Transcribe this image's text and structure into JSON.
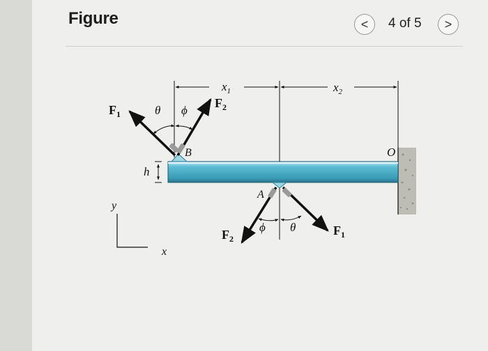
{
  "header": {
    "title": "Figure",
    "page_indicator": "4 of 5",
    "prev_label": "<",
    "next_label": ">"
  },
  "figure": {
    "labels": {
      "F1_left": "F",
      "F1_left_sub": "1",
      "F2_top": "F",
      "F2_top_sub": "2",
      "theta_top": "θ",
      "phi_top": "ϕ",
      "x1": "x",
      "x1_sub": "1",
      "x2": "x",
      "x2_sub": "2",
      "B": "B",
      "O": "O",
      "h": "h",
      "A": "A",
      "F2_bottom": "F",
      "F2_bottom_sub": "2",
      "phi_bottom": "ϕ",
      "theta_bottom": "θ",
      "F1_bottom": "F",
      "F1_bottom_sub": "1",
      "y_axis": "y",
      "x_axis": "x"
    },
    "colors": {
      "beam_top": "#b9e3ee",
      "beam_body": "#4cb0c9",
      "beam_bottom": "#2d7f96",
      "wall": "#b7b7b0"
    }
  }
}
